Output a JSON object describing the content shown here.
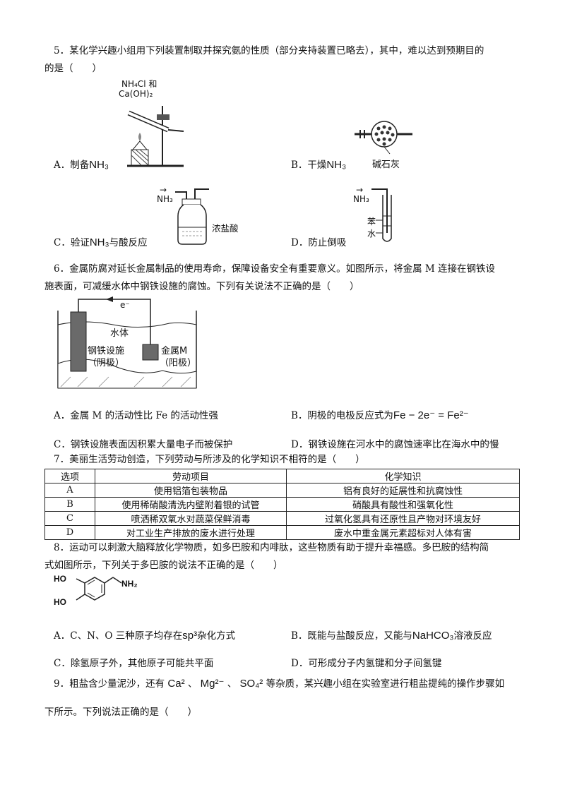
{
  "q5": {
    "stem_line1": "5．某化学兴趣小组用下列装置制取并探究氨的性质（部分夹持装置已略去），其中，难以达到预期目的",
    "stem_line2": "的是（　　）",
    "reagent_label_1": "NH₄Cl 和",
    "reagent_label_2": "Ca(OH)₂",
    "fig_b_label": "碱石灰",
    "fig_c_gas": "NH₃",
    "fig_c_liquid": "浓盐酸",
    "fig_d_gas": "NH₃",
    "fig_d_top": "苯",
    "fig_d_bottom": "水",
    "option_a_text": "A．制备",
    "option_a_chem": "NH₃",
    "option_b_text": "B．干燥",
    "option_b_chem": "NH₃",
    "option_c_text": "C．验证",
    "option_c_chem": "NH₃",
    "option_c_tail": "与酸反应",
    "option_d_text": "D．防止倒吸"
  },
  "q6": {
    "stem_line1": "6．金属防腐对延长金属制品的使用寿命，保障设备安全有重要意义。如图所示，将金属 M 连接在钢铁设",
    "stem_line2": "施表面，可减缓水体中钢铁设施的腐蚀。下列有关说法不正确的是（　　）",
    "fig_electron": "e⁻",
    "fig_water": "水体",
    "fig_steel_1": "钢铁设施",
    "fig_steel_2": "（阴极）",
    "fig_metal_1": "金属M",
    "fig_metal_2": "（阳极）",
    "option_a": "A．金属 M 的活动性比 Fe 的活动性强",
    "option_b_text": "B．阴极的电极反应式为",
    "option_b_eq": "Fe − 2e⁻ = Fe²⁻",
    "option_c": "C．钢铁设施表面因积累大量电子而被保护",
    "option_d": "D．钢铁设施在河水中的腐蚀速率比在海水中的慢"
  },
  "q7": {
    "stem": "7．美丽生活劳动创造，下列劳动与所涉及的化学知识不相符的是（　　）",
    "headers": [
      "选项",
      "劳动项目",
      "化学知识"
    ],
    "rows": [
      [
        "A",
        "使用铝箔包装物品",
        "铝有良好的延展性和抗腐蚀性"
      ],
      [
        "B",
        "使用稀硝酸清洗内壁附着银的试管",
        "硝酸具有酸性和强氧化性"
      ],
      [
        "C",
        "喷洒稀双氧水对蔬菜保鲜消毒",
        "过氧化氢具有还原性且产物对环境友好"
      ],
      [
        "D",
        "对工业生产排放的废水进行处理",
        "废水中重金属元素超标对人体有害"
      ]
    ]
  },
  "q8": {
    "stem_line1": "8．运动可以刺激大脑释放化学物质，如多巴胺和内啡肽，这些物质有助于提升幸福感。多巴胺的结构简",
    "stem_line2": "式如图所示，下列关于多巴胺的说法不正确的是（　　）",
    "struct_ho1": "HO",
    "struct_ho2": "HO",
    "struct_nh2": "NH₂",
    "option_a_text": "A．C、N、O 三种原子均存在",
    "option_a_chem": "sp³",
    "option_a_tail": "杂化方式",
    "option_b_text": "B．既能与盐酸反应，又能与",
    "option_b_chem": "NaHCO₃",
    "option_b_tail": "溶液反应",
    "option_c": "C．除氢原子外，其他原子可能共平面",
    "option_d": "D．可形成分子内氢键和分子间氢键"
  },
  "q9": {
    "stem_a": "9．粗盐含少量泥沙，还有",
    "ion1": "Ca²",
    "sep1": "、",
    "ion2": "Mg²⁻",
    "sep2": "、",
    "ion3": "SO₄²",
    "stem_b": "等杂质，某兴趣小组在实验室进行粗盐提纯的操作步骤如",
    "stem_line2": "下所示。下列说法正确的是（　　）"
  }
}
